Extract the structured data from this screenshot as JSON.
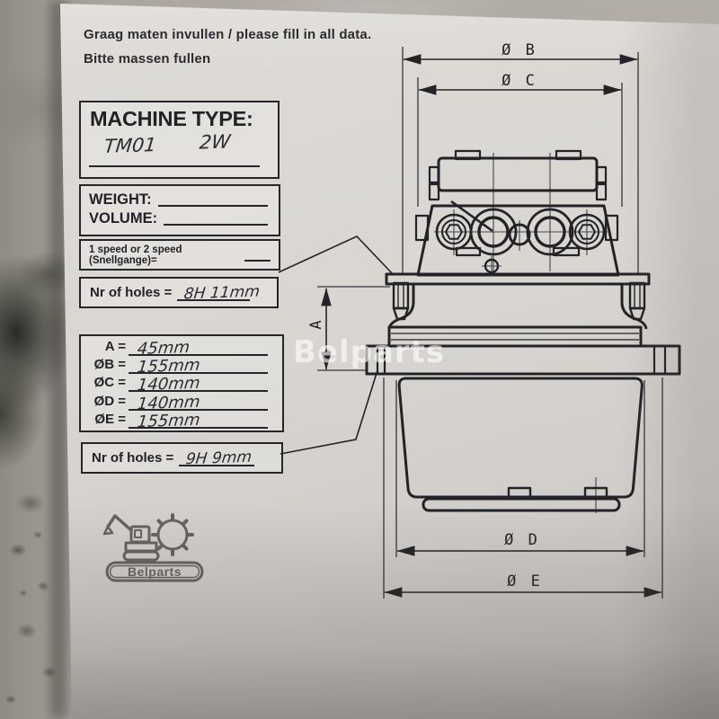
{
  "header": {
    "line1": "Graag maten invullen / please fill in all data.",
    "line2": "Bitte massen fullen"
  },
  "form": {
    "machine_type": {
      "label": "MACHINE TYPE:",
      "value_left": "TM01",
      "value_right": "2W"
    },
    "weight_label": "WEIGHT:",
    "volume_label": "VOLUME:",
    "speed_label": "1 speed or 2 speed (Snellgange)=",
    "holes_top": {
      "label": "Nr of holes =",
      "value": "8H 11mm"
    },
    "dims": [
      {
        "label": "A =",
        "value": "45mm"
      },
      {
        "label": "ØB =",
        "value": "155mm"
      },
      {
        "label": "ØC =",
        "value": "140mm"
      },
      {
        "label": "ØD =",
        "value": "140mm"
      },
      {
        "label": "ØE =",
        "value": "155mm"
      }
    ],
    "holes_bottom": {
      "label": "Nr of holes =",
      "value": "9H 9mm"
    }
  },
  "drawing": {
    "labels": {
      "dia_b": "Ø B",
      "dia_c": "Ø C",
      "a": "A",
      "dia_d": "Ø D",
      "dia_e": "Ø E"
    }
  },
  "watermark": "Belparts",
  "logo": {
    "text": "Belparts"
  },
  "colors": {
    "ink": "#232327",
    "paper": "#d9d6d2",
    "wall": "#9a968f",
    "handwriting": "#2b2b31"
  }
}
